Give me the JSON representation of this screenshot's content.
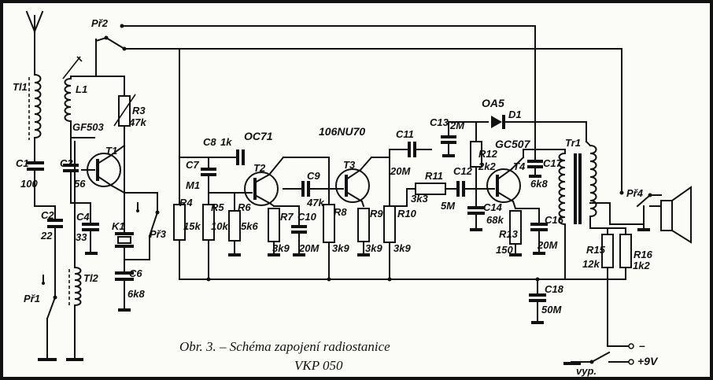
{
  "caption": {
    "line1": "Obr.  3.  –  Schéma  zapojení  radiostanice",
    "line2": "VKP 050"
  },
  "transistors": {
    "gf503": "GF503",
    "oc71": "OC71",
    "nu70": "106NU70",
    "gc507": "GC507"
  },
  "diode": {
    "type": "OA5",
    "name": "D1"
  },
  "supply": {
    "minus": "–",
    "plus": "+9V",
    "switch": "vyp."
  },
  "components": {
    "tl1": "Tl1",
    "tl2": "Tl2",
    "l1": "L1",
    "c1": "C1",
    "c1v": "100",
    "c2": "C2",
    "c2v": "22",
    "c3": "C3",
    "c3v": "56",
    "c4": "C4",
    "c4v": "33",
    "c6": "C6",
    "c6v": "6k8",
    "k1": "K1",
    "r3": "R3",
    "r3v": "47k",
    "t1": "T1",
    "pr1": "Př1",
    "pr2": "Př2",
    "pr3": "Př3",
    "pr4": "Př4",
    "c8": "C8",
    "c8v": "1k",
    "c7": "C7",
    "c7v": "M1",
    "t2": "T2",
    "r4": "R4",
    "r4v": "15k",
    "r5": "R5",
    "r5v": "10k",
    "r6": "R6",
    "r6v": "5k6",
    "r7": "R7",
    "r7v": "3k9",
    "c10": "C10",
    "c10v": "20M",
    "c9": "C9",
    "c9v": "47k",
    "t3": "T3",
    "r8": "R8",
    "r8v": "3k9",
    "r9": "R9",
    "r9v": "3k9",
    "r10": "R10",
    "r10v": "3k9",
    "c11": "C11",
    "c11v": "20M",
    "r11": "R11",
    "r11v": "3k3",
    "c13": "C13",
    "c13v": "2M",
    "c12": "C12",
    "c12v": "5M",
    "r12": "R12",
    "r12v": "2k2",
    "t4": "T4",
    "c17": "C17",
    "c17v": "6k8",
    "c14": "C14",
    "c14v": "68k",
    "r13": "R13",
    "r13v": "150",
    "c16": "C16",
    "c16v": "20M",
    "tr1": "Tr1",
    "r15": "R15",
    "r15v": "12k",
    "r16": "R16",
    "r16v": "1k2",
    "c18": "C18",
    "c18v": "50M",
    "plus": "+"
  }
}
